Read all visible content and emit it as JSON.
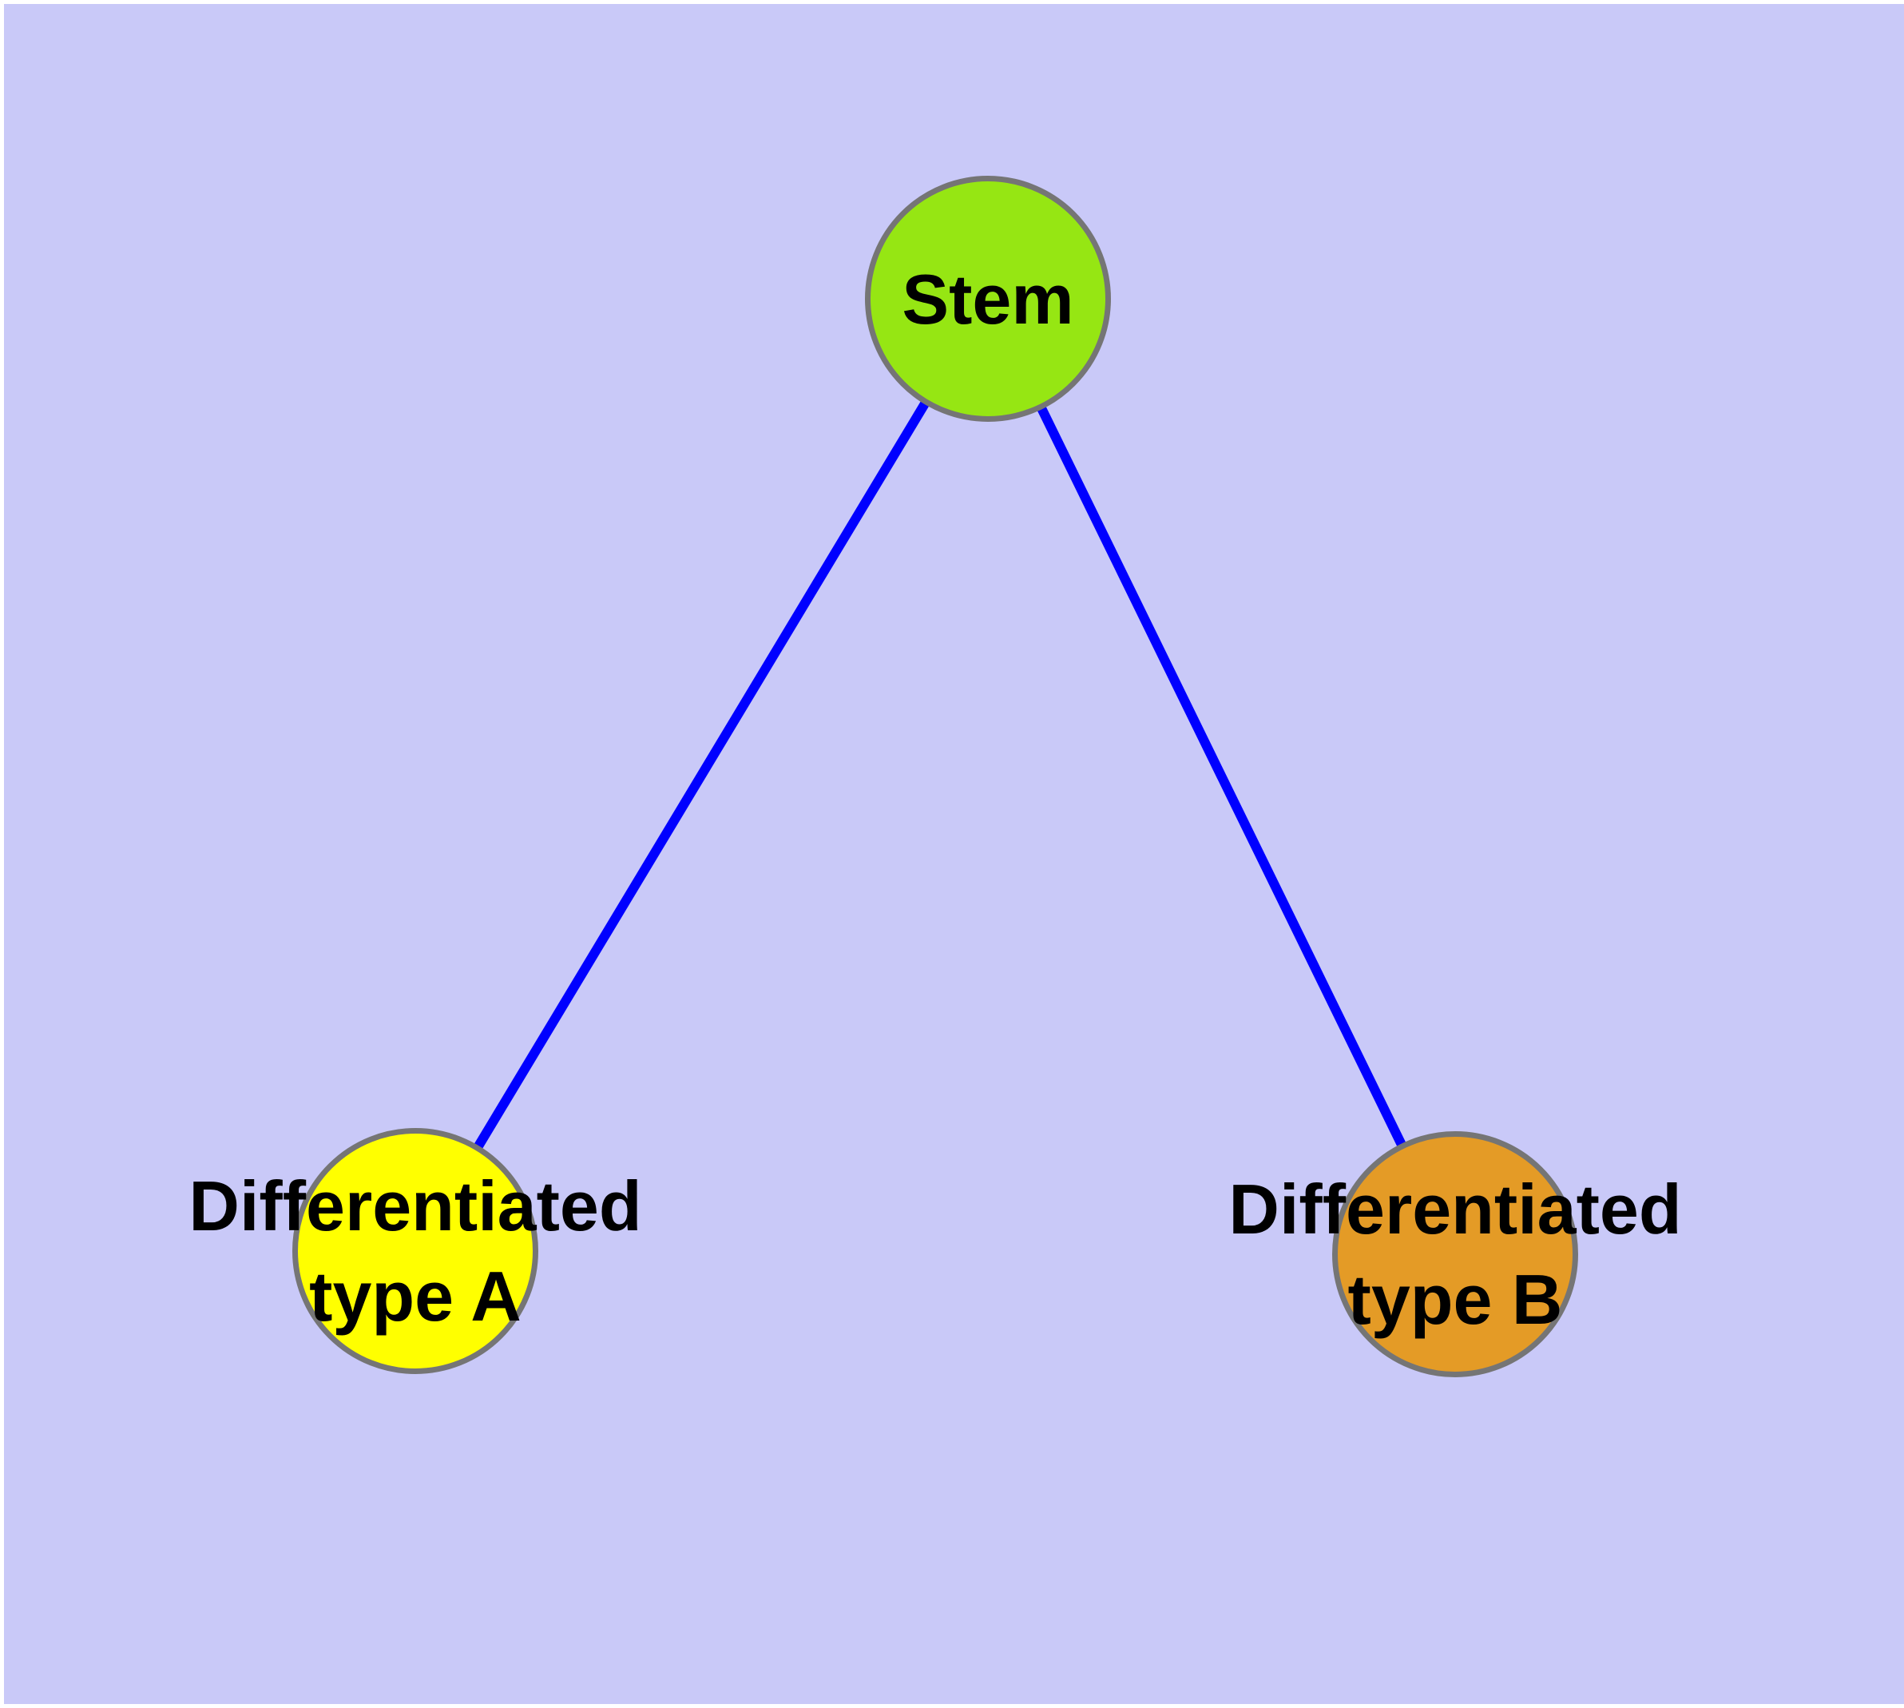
{
  "diagram": {
    "type": "graph",
    "background_color": "#c9c9f8",
    "page_border_color": "#ffffff",
    "edge_color": "#0000ff",
    "node_border_color": "#757575",
    "label_color": "#000000",
    "nodes": {
      "stem": {
        "label": "Stem",
        "fill": "#96e613"
      },
      "type_a": {
        "label_line1": "Differentiated",
        "label_line2": "type A",
        "fill": "#ffff00"
      },
      "type_b": {
        "label_line1": "Differentiated",
        "label_line2": "type B",
        "fill": "#e49b26"
      }
    },
    "edges": [
      {
        "name": "stem-to-type-a",
        "from": "stem",
        "to": "type_a"
      },
      {
        "name": "stem-to-type-b",
        "from": "stem",
        "to": "type_b"
      }
    ]
  }
}
